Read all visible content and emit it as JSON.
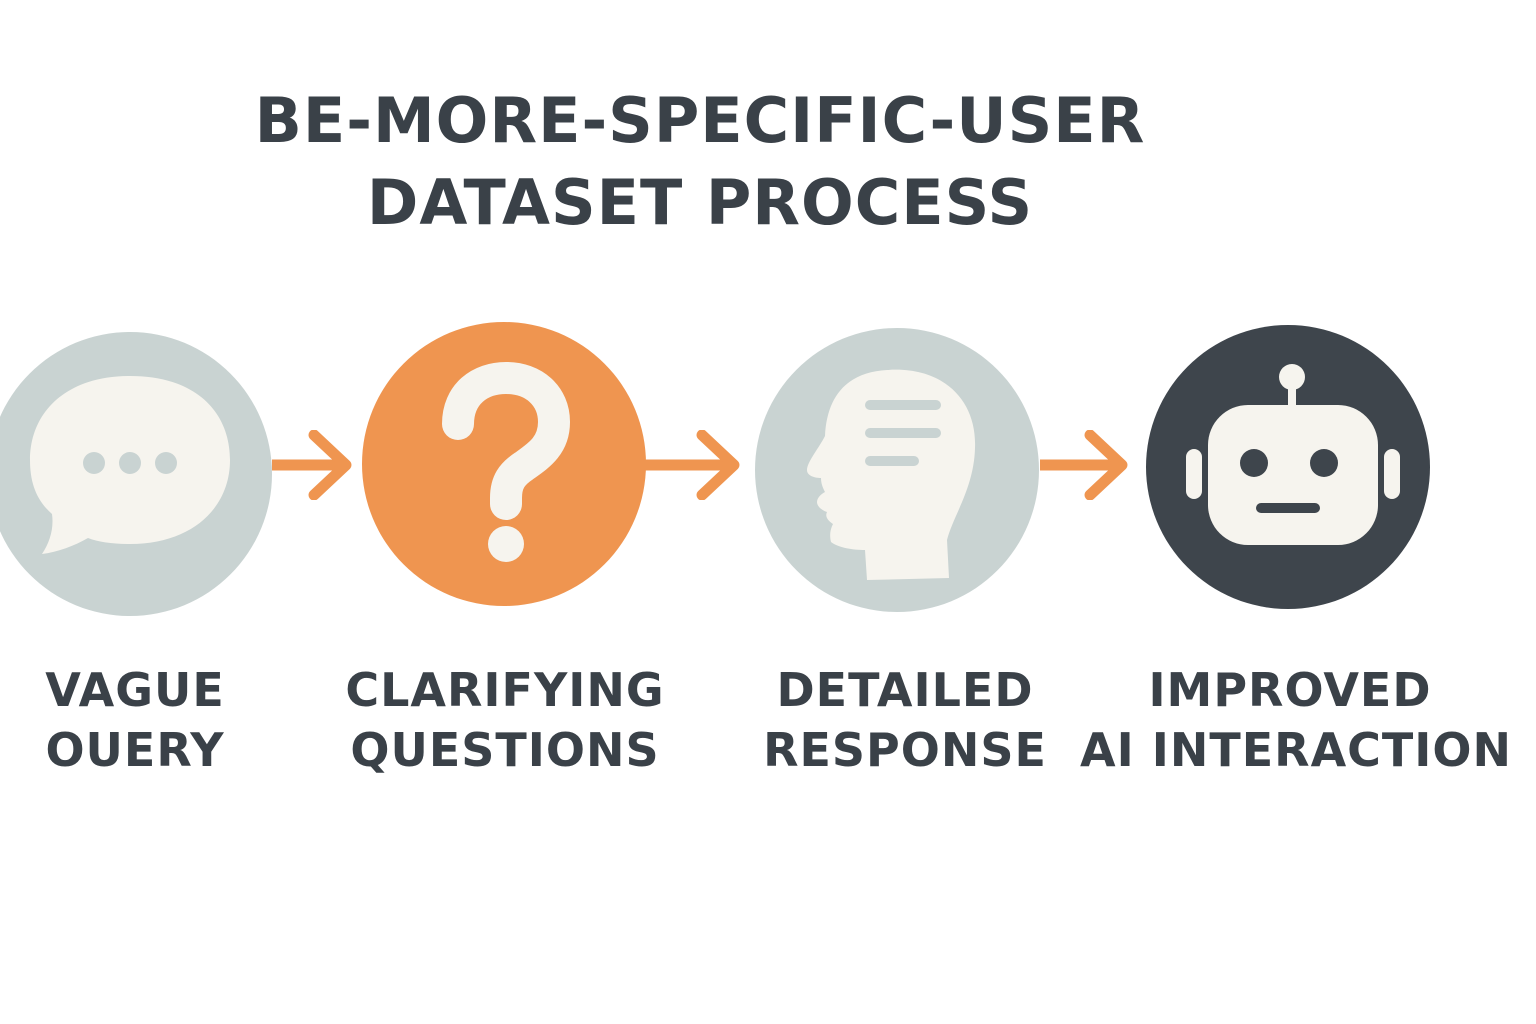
{
  "title": {
    "line1": "BE-MORE-SPECIFIC-USER",
    "line2": "DATASET PROCESS"
  },
  "colors": {
    "text": "#3a4148",
    "gray_circle": "#c9d3d2",
    "orange": "#ef9550",
    "dark_circle": "#3e454c",
    "icon_fill": "#f6f4ee"
  },
  "steps": [
    {
      "icon": "speech-bubble-icon",
      "line1": "VAGUE",
      "line2": "OUERY"
    },
    {
      "icon": "question-mark-icon",
      "line1": "CLARIFYING",
      "line2": "QUESTIONS"
    },
    {
      "icon": "head-profile-icon",
      "line1": "DETAILED",
      "line2": "RESPONSE"
    },
    {
      "icon": "robot-icon",
      "line1": "IMPROVED",
      "line2": "AI INTERACTION"
    }
  ]
}
